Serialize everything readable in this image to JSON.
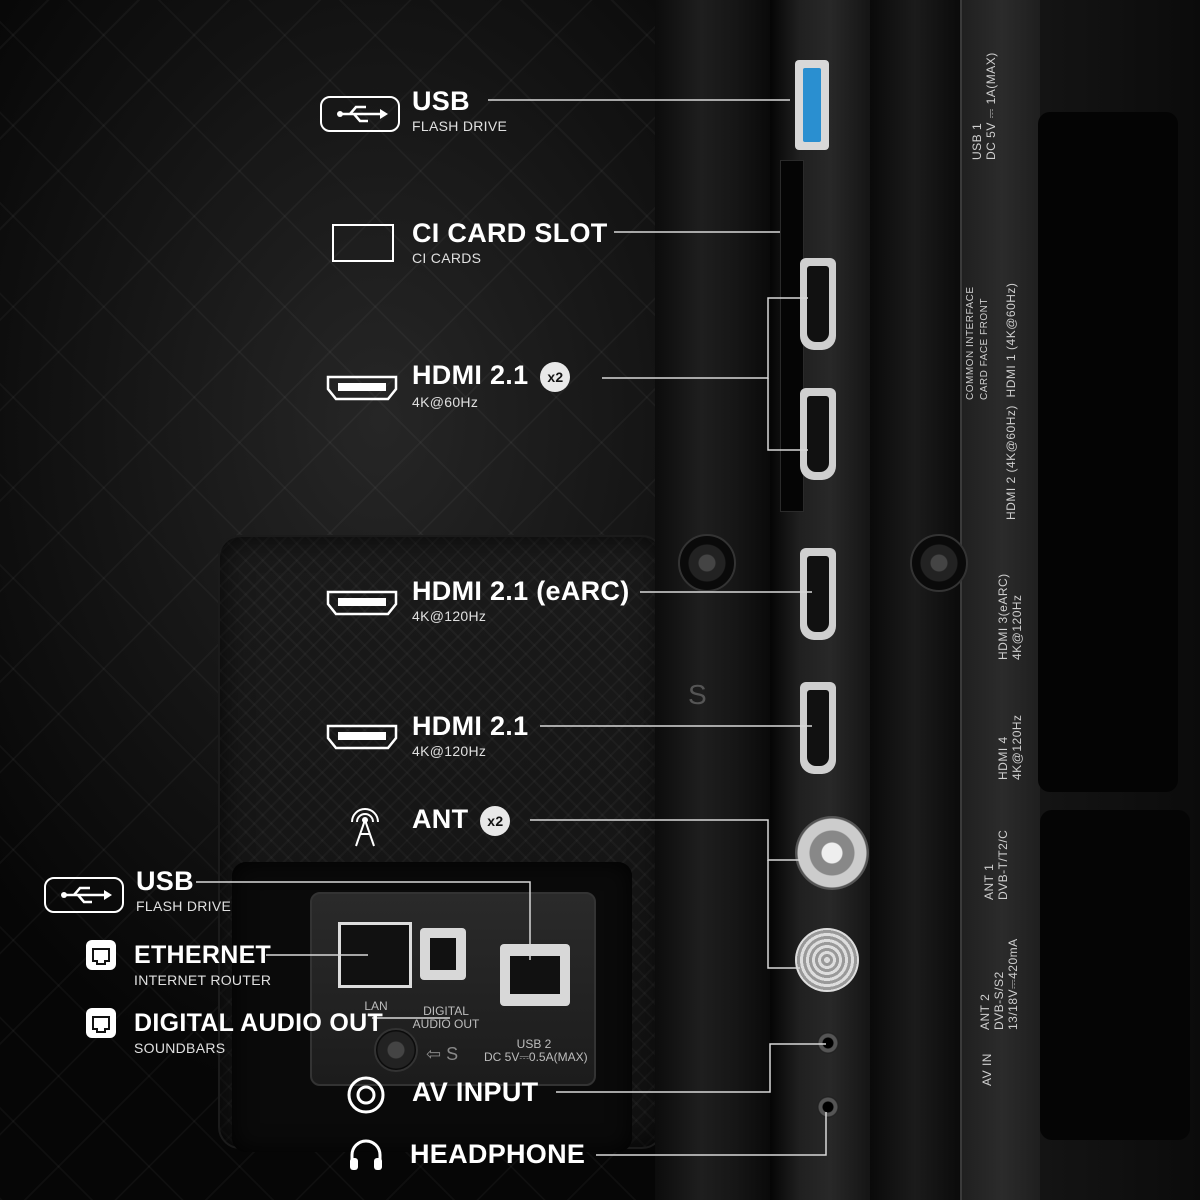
{
  "callouts": {
    "usb_top": {
      "title": "USB",
      "sub": "FLASH DRIVE",
      "icon": "usb-icon"
    },
    "ci": {
      "title": "CI CARD SLOT",
      "sub": "CI CARDS",
      "icon": "card-slot-icon"
    },
    "hdmi_a": {
      "title": "HDMI 2.1",
      "badge": "x2",
      "sub": "4K@60Hz",
      "icon": "hdmi-icon"
    },
    "hdmi_earc": {
      "title": "HDMI 2.1 (eARC)",
      "sub": "4K@120Hz",
      "icon": "hdmi-icon"
    },
    "hdmi_b": {
      "title": "HDMI 2.1",
      "sub": "4K@120Hz",
      "icon": "hdmi-icon"
    },
    "ant": {
      "title": "ANT",
      "badge": "x2",
      "icon": "antenna-icon"
    },
    "usb_bottom": {
      "title": "USB",
      "sub": "FLASH DRIVE",
      "icon": "usb-icon"
    },
    "ethernet": {
      "title": "ETHERNET",
      "sub": "INTERNET ROUTER",
      "icon": "ethernet-icon"
    },
    "digital_audio": {
      "title": "DIGITAL AUDIO OUT",
      "sub": "SOUNDBARS",
      "icon": "ethernet-icon"
    },
    "av": {
      "title": "AV INPUT",
      "icon": "av-input-icon"
    },
    "headphone": {
      "title": "HEADPHONE",
      "icon": "headphone-icon"
    }
  },
  "prints": {
    "usb1": "USB 1\nDC 5V ⎓ 1A(MAX)",
    "ci": "COMMON INTERFACE\nCARD FACE FRONT",
    "hdmi12": "HDMI 2 (4K@60Hz)  HDMI 1 (4K@60Hz)",
    "hdmi3": "HDMI 3(eARC)\n4K@120Hz",
    "hdmi4": "HDMI 4\n4K@120Hz",
    "ant1": "ANT 1\nDVB-T/T2/C",
    "ant2": "ANT 2\nDVB-S/S2\n13/18V⎓420mA",
    "avin": "AV IN",
    "lan": "LAN",
    "digital": "DIGITAL\nAUDIO OUT",
    "usb2": "USB 2\nDC 5V⎓0.5A(MAX)",
    "s_mark": "S",
    "s_mark2": "⇦ S"
  },
  "colors": {
    "accent_usb": "#2a8fd0",
    "line": "#d8d8d8"
  }
}
